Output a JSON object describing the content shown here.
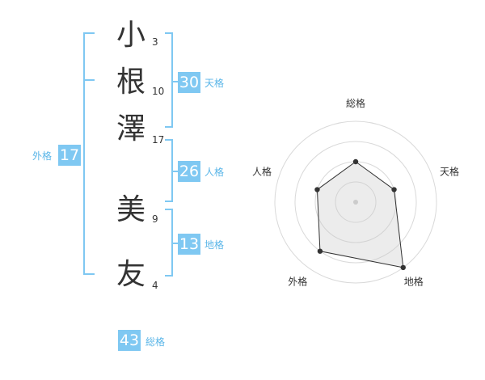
{
  "accent_color": "#7fc8f2",
  "label_color": "#5bb6e8",
  "name": {
    "characters": [
      {
        "char": "小",
        "strokes": "3"
      },
      {
        "char": "根",
        "strokes": "10"
      },
      {
        "char": "澤",
        "strokes": "17"
      },
      {
        "char": "美",
        "strokes": "9"
      },
      {
        "char": "友",
        "strokes": "4"
      }
    ]
  },
  "scores": {
    "tenkaku": {
      "value": "30",
      "label": "天格"
    },
    "jinkaku": {
      "value": "26",
      "label": "人格"
    },
    "chikaku": {
      "value": "13",
      "label": "地格"
    },
    "gaikaku": {
      "value": "17",
      "label": "外格"
    },
    "soukaku": {
      "value": "43",
      "label": "総格"
    }
  },
  "chart_data": {
    "type": "radar",
    "axes": [
      "総格",
      "天格",
      "地格",
      "外格",
      "人格"
    ],
    "range": [
      0,
      4
    ],
    "rings": 4,
    "values": [
      2,
      2,
      4,
      3,
      2
    ]
  }
}
